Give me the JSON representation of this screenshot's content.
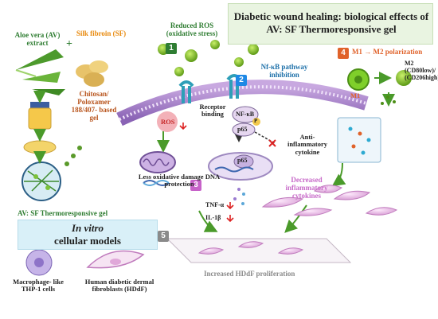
{
  "title": "Diabetic wound healing: biological effects of AV: SF Thermoresponsive gel",
  "ingredients": {
    "aloe": "Aloe vera (AV) extract",
    "silk": "Silk fibroin (SF)",
    "gel": "Chitosan/ Poloxamer 188/407- based gel",
    "plus": "+"
  },
  "product_label": "AV: SF Thermoresponsive gel",
  "in_vitro": {
    "line1": "In vitro",
    "line2": "cellular models"
  },
  "cells": {
    "macrophage": "Macrophage- like THP-1 cells",
    "fibroblast": "Human diabetic dermal fibroblasts (HDdF)"
  },
  "mechanism": {
    "reduced_ros": "Reduced ROS (oxidative stress)",
    "receptor": "Receptor binding",
    "nfkb_inhibition": "Nf-κB pathway inhibition",
    "ros": "ROS",
    "nfkb": "NF-κB",
    "p": "P",
    "p65": "p65",
    "less_damage": "Less oxidative damage DNA protection",
    "tnf": "TNF-α",
    "il1": "IL-1β",
    "decreased": "Decreased inflammatory cytokines",
    "m1m2": "M1 → M2 polarization",
    "m1": "M1",
    "m2": "M2 (CD80low)/ (CD206high)",
    "anti": "Anti-inflammatory cytokine",
    "proliferation": "Increased HDdF proliferation"
  },
  "steps": [
    "1",
    "2",
    "3",
    "4",
    "5"
  ],
  "colors": {
    "step1": "#2e7d32",
    "step2": "#1e88e5",
    "step3": "#c762c9",
    "step4": "#e0622a",
    "step5": "#8a8a8a",
    "green_text": "#2f7d32",
    "orange_text": "#e8890c",
    "chitosan_text": "#b8541c",
    "blue_text": "#1a6ea8",
    "pink_text": "#c86bc9",
    "title_bg": "#e9f4e1"
  }
}
